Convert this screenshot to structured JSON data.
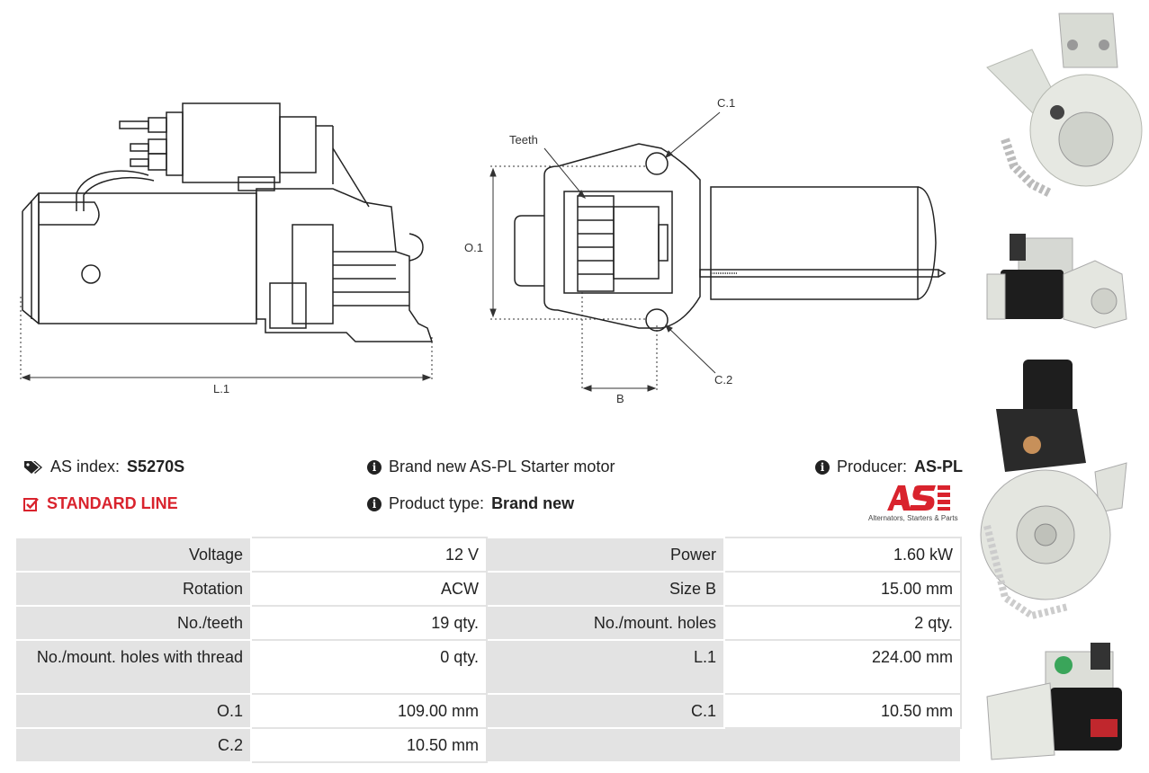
{
  "diagram": {
    "side_view": {
      "dimension_label": "L.1"
    },
    "front_view": {
      "labels": {
        "teeth": "Teeth",
        "c1": "C.1",
        "c2": "C.2",
        "o1": "O.1",
        "b": "B"
      }
    }
  },
  "header": {
    "as_index_label": "AS index:",
    "as_index_value": "S5270S",
    "line_label": "STANDARD LINE",
    "description": "Brand new AS-PL Starter motor",
    "product_type_label": "Product type:",
    "product_type_value": "Brand new",
    "producer_label": "Producer:",
    "producer_value": "AS-PL",
    "logo_tagline": "Alternators, Starters & Parts"
  },
  "specs": {
    "rows": [
      {
        "k1": "Voltage",
        "v1": "12 V",
        "k2": "Power",
        "v2": "1.60 kW"
      },
      {
        "k1": "Rotation",
        "v1": "ACW",
        "k2": "Size B",
        "v2": "15.00 mm"
      },
      {
        "k1": "No./teeth",
        "v1": "19 qty.",
        "k2": "No./mount. holes",
        "v2": "2 qty."
      },
      {
        "k1": "No./mount. holes with thread",
        "v1": "0 qty.",
        "k2": "L.1",
        "v2": "224.00 mm"
      },
      {
        "k1": "O.1",
        "v1": "109.00 mm",
        "k2": "C.1",
        "v2": "10.50 mm"
      },
      {
        "k1": "C.2",
        "v1": "10.50 mm",
        "k2": "",
        "v2": ""
      }
    ]
  },
  "colors": {
    "accent_red": "#d9232d",
    "table_gray": "#e3e3e3"
  }
}
